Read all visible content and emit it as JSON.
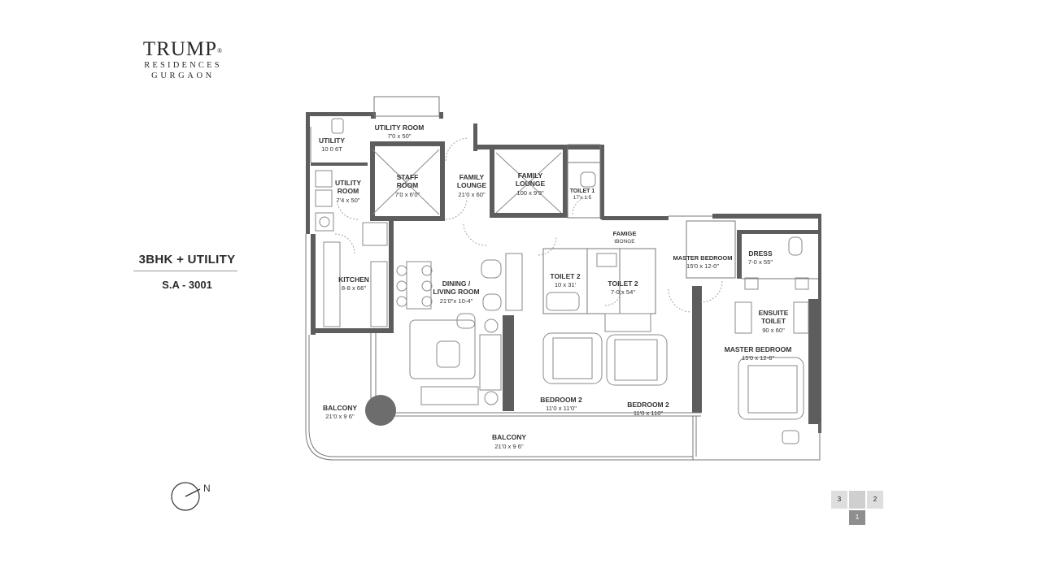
{
  "brand": {
    "name": "TRUMP",
    "mark": "®",
    "line1": "RESIDENCES",
    "line2": "GURGAON"
  },
  "unit": {
    "type": "3BHK + UTILITY",
    "code": "S.A - 3001"
  },
  "compass": {
    "label": "N"
  },
  "rooms": {
    "utility_room_top": {
      "name": "UTILITY ROOM",
      "size": "7'0 x 50\""
    },
    "utility_small": {
      "name": "UTILITY",
      "size": "10 0 6T"
    },
    "staff_room": {
      "name": "STAFF ROOM",
      "size": "7'0 x 6'0\""
    },
    "family_lounge_1": {
      "name": "FAMILY LOUNGE",
      "size": "21'0 x 60\""
    },
    "family_lounge_2": {
      "name": "FAMILY LOUNGE",
      "size": "100 x 9'9\""
    },
    "toilet_1": {
      "name": "TOILET 1",
      "size": "17'x 1:5"
    },
    "utility_room_left": {
      "name": "UTILITY ROOM",
      "size": "7'4 x 50\""
    },
    "famige": {
      "name": "FAMIGE",
      "size": "tBONGE"
    },
    "master_bedroom_top": {
      "name": "MASTER BEDROOM",
      "size": "15'0 x 12-0\""
    },
    "dress": {
      "name": "DRESS",
      "size": "7-0 x 55\""
    },
    "kitchen": {
      "name": "KITCHEN",
      "size": "8-8 x 66\""
    },
    "dining_living": {
      "name": "DINING /",
      "name2": "LIVING ROOM",
      "size": "21'0\"x 10-4\""
    },
    "toilet_2a": {
      "name": "TOILET 2",
      "size": "10 x 31'"
    },
    "toilet_2b": {
      "name": "TOILET 2",
      "size": "7-0 x 54\""
    },
    "ensuite": {
      "name": "ENSUITE",
      "name2": "TOILET",
      "size": "90 x 60\""
    },
    "master_bedroom": {
      "name": "MASTER BEDROOM",
      "size": "15'0 x 12-6\""
    },
    "balcony_left": {
      "name": "BALCONY",
      "size": "21'0 x 9 6\""
    },
    "bedroom_2a": {
      "name": "BEDROOM 2",
      "size": "11'0 x 11'0\""
    },
    "bedroom_2b": {
      "name": "BEDROOM 2",
      "size": "11'0 x 110\""
    },
    "balcony_main": {
      "name": "BALCONY",
      "size": "21'0 x 9 6\""
    }
  },
  "key_plan": {
    "cells": [
      "3",
      "2",
      "1"
    ]
  }
}
